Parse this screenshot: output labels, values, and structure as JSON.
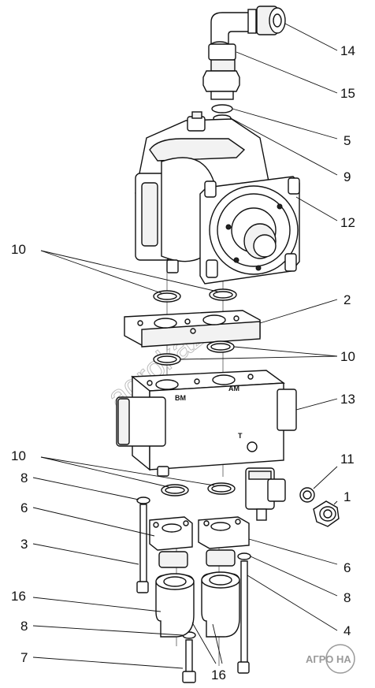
{
  "callouts": [
    {
      "id": "c14",
      "text": "14"
    },
    {
      "id": "c15",
      "text": "15"
    },
    {
      "id": "c5",
      "text": "5"
    },
    {
      "id": "c9",
      "text": "9"
    },
    {
      "id": "c12",
      "text": "12"
    },
    {
      "id": "c10a",
      "text": "10"
    },
    {
      "id": "c2",
      "text": "2"
    },
    {
      "id": "c10b",
      "text": "10"
    },
    {
      "id": "c13",
      "text": "13"
    },
    {
      "id": "c10c",
      "text": "10"
    },
    {
      "id": "c11",
      "text": "11"
    },
    {
      "id": "c8a",
      "text": "8"
    },
    {
      "id": "c1",
      "text": "1"
    },
    {
      "id": "c6a",
      "text": "6"
    },
    {
      "id": "c3",
      "text": "3"
    },
    {
      "id": "c6b",
      "text": "6"
    },
    {
      "id": "c8b",
      "text": "8"
    },
    {
      "id": "c16a",
      "text": "16"
    },
    {
      "id": "c8c",
      "text": "8"
    },
    {
      "id": "c4",
      "text": "4"
    },
    {
      "id": "c7",
      "text": "7"
    },
    {
      "id": "c16b",
      "text": "16"
    }
  ],
  "block_marks": {
    "left": "BM",
    "right": "AM",
    "side": "T"
  },
  "watermark": "agrokaz",
  "logo_text": "АГРО НА"
}
